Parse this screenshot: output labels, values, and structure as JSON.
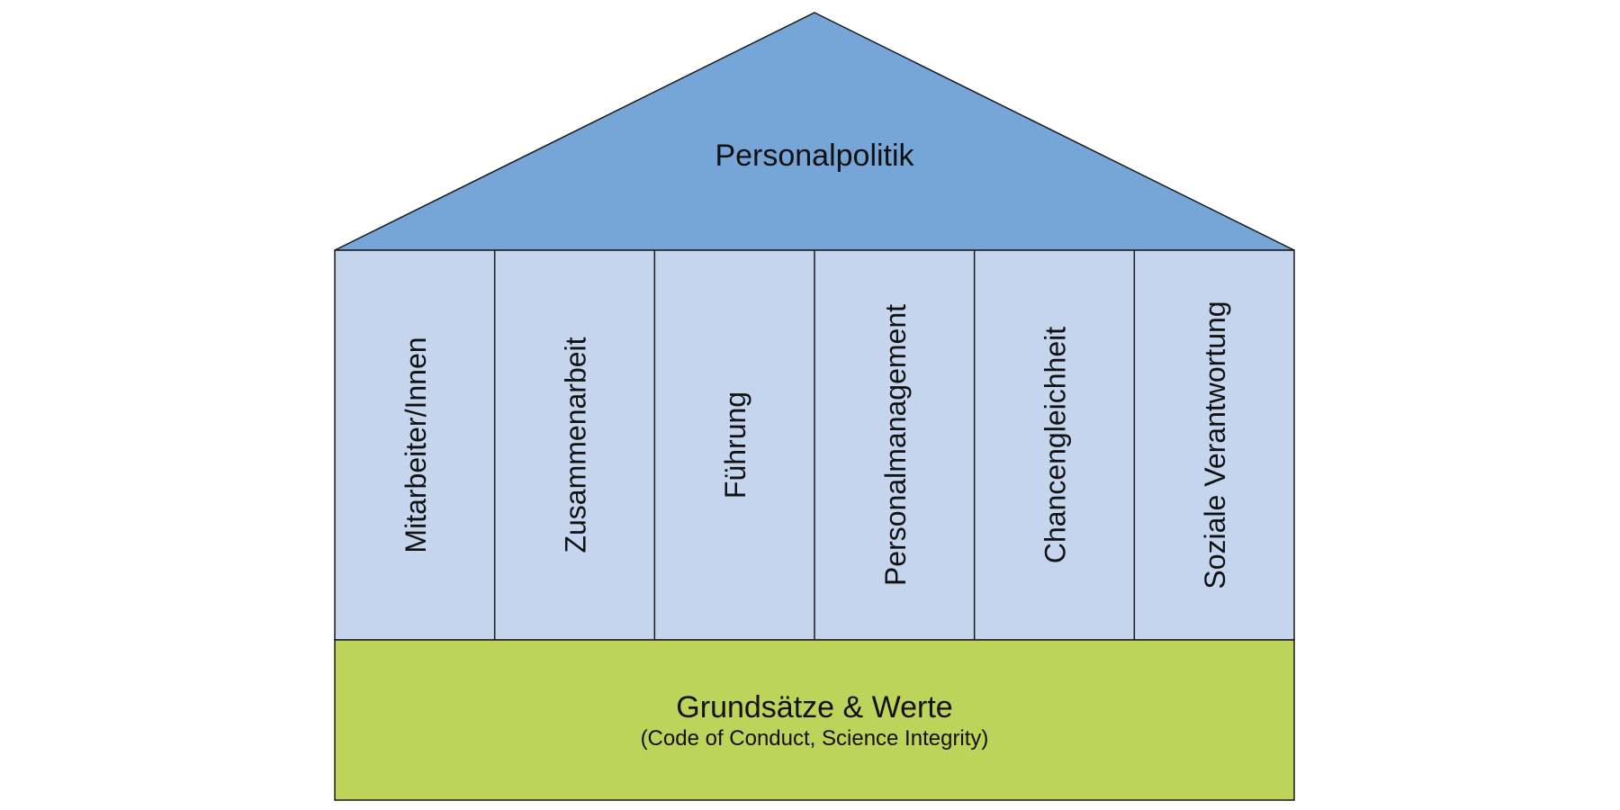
{
  "roof": {
    "label": "Personalpolitik",
    "color": "#76a5d8"
  },
  "pillars": {
    "color": "#c6d5ee",
    "items": [
      {
        "label": "Mitarbeiter/Innen"
      },
      {
        "label": "Zusammenarbeit"
      },
      {
        "label": "Führung"
      },
      {
        "label": "Personalmanagement"
      },
      {
        "label": "Chancengleichheit"
      },
      {
        "label": "Soziale Verantwortung"
      }
    ]
  },
  "foundation": {
    "title": "Grundsätze & Werte",
    "subtitle": "(Code of Conduct, Science Integrity)",
    "color": "#bdd35a"
  },
  "line_color": "#1a1a1a"
}
